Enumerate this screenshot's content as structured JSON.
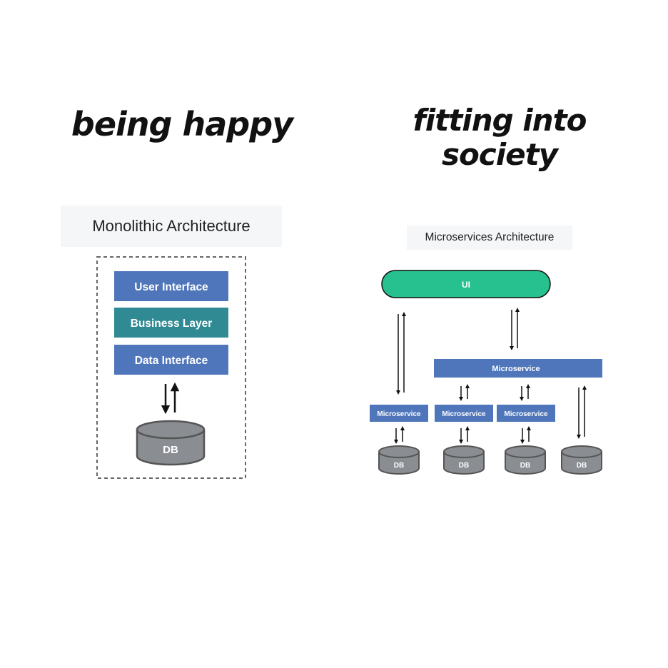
{
  "meme": {
    "left_caption": "being happy",
    "right_caption_line1": "fitting into",
    "right_caption_line2": "society"
  },
  "monolithic": {
    "title": "Monolithic Architecture",
    "layers": [
      "User Interface",
      "Business Layer",
      "Data Interface"
    ],
    "db_label": "DB"
  },
  "microservices": {
    "title": "Microservices Architecture",
    "ui_label": "UI",
    "top_service_label": "Microservice",
    "services": [
      "Microservice",
      "Microservice",
      "Microservice"
    ],
    "db_labels": [
      "DB",
      "DB",
      "DB",
      "DB"
    ]
  },
  "colors": {
    "layer_blue": "#4f76ba",
    "layer_teal": "#2f8a94",
    "ui_green": "#27c08f",
    "db_gray": "#8a8d91"
  }
}
